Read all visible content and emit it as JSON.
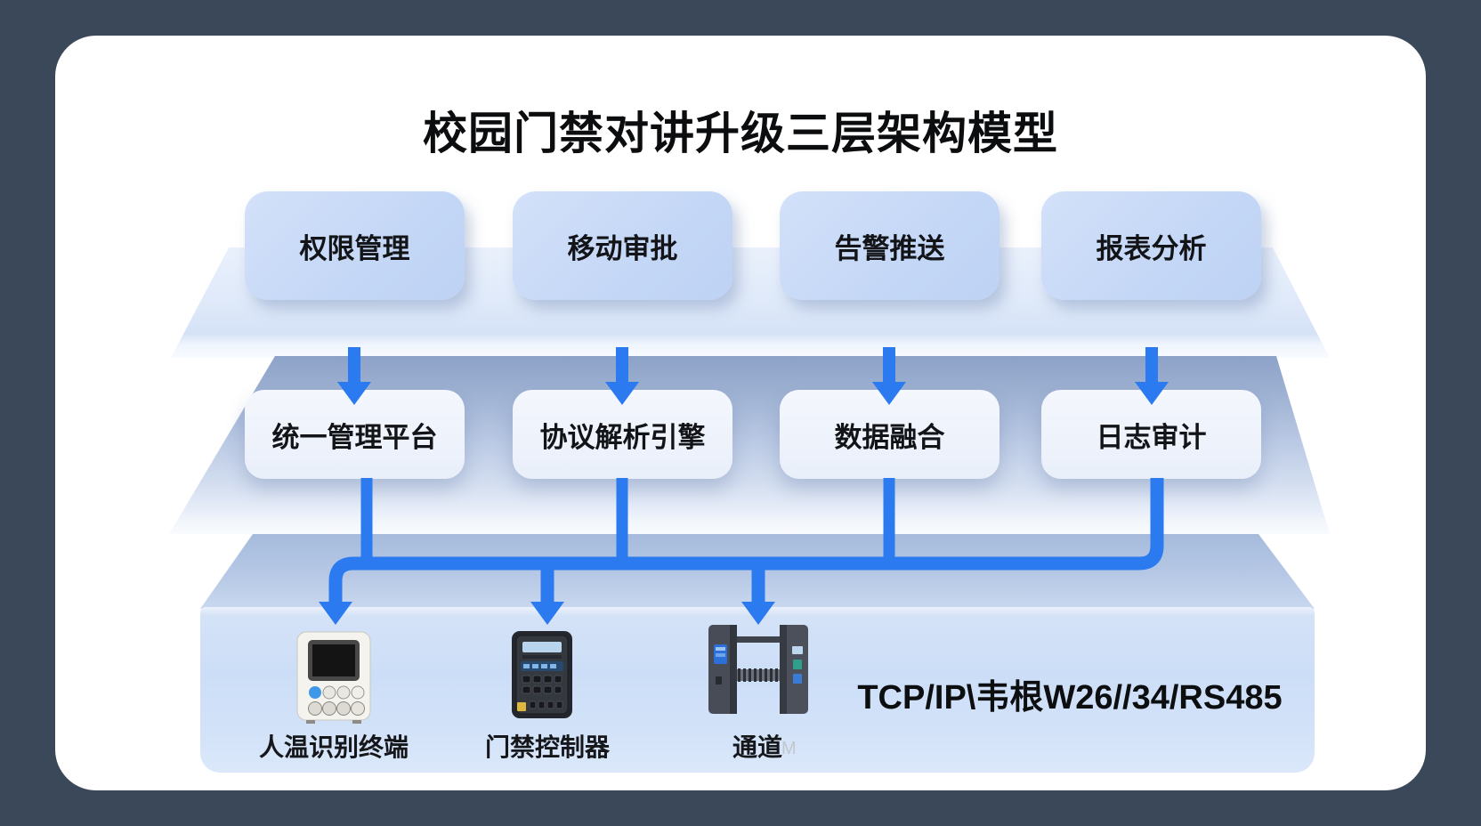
{
  "title": "校园门禁对讲升级三层架构模型",
  "colors": {
    "background": "#3b4859",
    "card": "#ffffff",
    "arrow_accent": "#2b7af0",
    "top_box_fill": "#c6d9f7",
    "mid_box_fill": "#eef3fc",
    "mid_platform_top": "#8ca2c7",
    "bottom_block_fill": "#cedff7"
  },
  "layers": {
    "application": {
      "boxes": [
        {
          "label": "权限管理"
        },
        {
          "label": "移动审批"
        },
        {
          "label": "告警推送"
        },
        {
          "label": "报表分析"
        }
      ]
    },
    "platform": {
      "boxes": [
        {
          "label": "统一管理平台"
        },
        {
          "label": "协议解析引擎"
        },
        {
          "label": "数据融合"
        },
        {
          "label": "日志审计"
        }
      ]
    },
    "device": {
      "devices": [
        {
          "icon": "face-terminal-icon",
          "label": "人温识别终端"
        },
        {
          "icon": "access-controller-icon",
          "label": "门禁控制器"
        },
        {
          "icon": "turnstile-gate-icon",
          "label": "通道"
        }
      ],
      "faint_mark": "M",
      "protocol_text": "TCP/IP\\韦根W26//34/RS485"
    }
  }
}
